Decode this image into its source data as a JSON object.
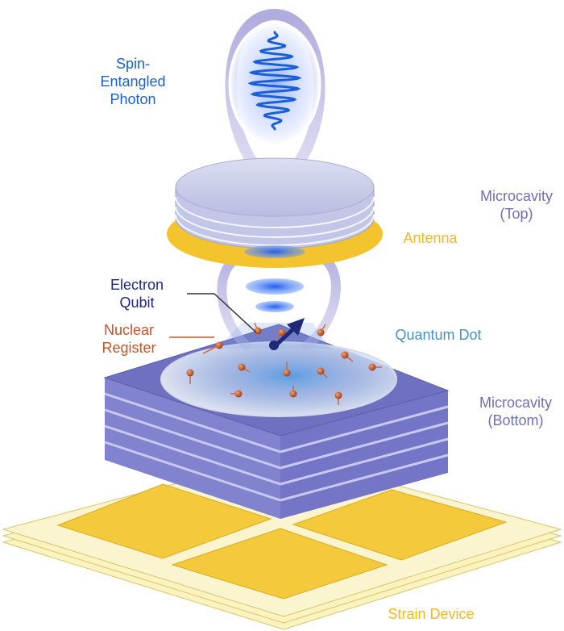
{
  "labels": {
    "photon_line1": "Spin-",
    "photon_line2": "Entangled",
    "photon_line3": "Photon",
    "microcavity_top_line1": "Microcavity",
    "microcavity_top_line2": "(Top)",
    "antenna": "Antenna",
    "electron_line1": "Electron",
    "electron_line2": "Qubit",
    "nuclear_line1": "Nuclear",
    "nuclear_line2": "Register",
    "quantum_dot": "Quantum Dot",
    "microcavity_bottom_line1": "Microcavity",
    "microcavity_bottom_line2": "(Bottom)",
    "strain_device": "Strain Device"
  },
  "colors": {
    "photon": "#1a5fd6",
    "microcavity": "#6e6fb8",
    "antenna": "#f2c230",
    "electron": "#1e2a78",
    "nuclear": "#c8532a",
    "quantum_dot": "#4a90c8",
    "strain": "#f2c230",
    "loop": "#a9a7d8"
  }
}
